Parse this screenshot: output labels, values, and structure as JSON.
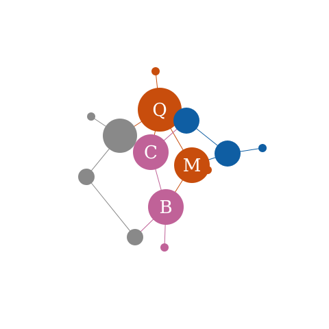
{
  "colors": {
    "orange": "#c84d0c",
    "blue": "#0f5ea3",
    "pink": "#c06298",
    "gray": "#898989"
  },
  "nodes": [
    {
      "id": "q",
      "label": "Q",
      "color": "orange"
    },
    {
      "id": "c",
      "label": "C",
      "color": "pink"
    },
    {
      "id": "m",
      "label": "M",
      "color": "orange"
    },
    {
      "id": "b",
      "label": "B",
      "color": "pink"
    },
    {
      "id": "blue1",
      "label": "",
      "color": "blue"
    },
    {
      "id": "blue2",
      "label": "",
      "color": "blue"
    },
    {
      "id": "blue3",
      "label": "",
      "color": "blue"
    },
    {
      "id": "gray1",
      "label": "",
      "color": "gray"
    },
    {
      "id": "gray2",
      "label": "",
      "color": "gray"
    },
    {
      "id": "gray3",
      "label": "",
      "color": "gray"
    },
    {
      "id": "gray4",
      "label": "",
      "color": "gray"
    },
    {
      "id": "orange_top",
      "label": "",
      "color": "orange"
    },
    {
      "id": "orange_small",
      "label": "",
      "color": "orange"
    },
    {
      "id": "pink_small",
      "label": "",
      "color": "pink"
    }
  ],
  "edges": [
    {
      "source": "q",
      "target": "orange_top",
      "color": "orange"
    },
    {
      "source": "q",
      "target": "c",
      "color": "orange"
    },
    {
      "source": "q",
      "target": "m",
      "color": "orange"
    },
    {
      "source": "q",
      "target": "gray1",
      "color": "orange"
    },
    {
      "source": "q",
      "target": "blue1",
      "color": "blue"
    },
    {
      "source": "c",
      "target": "blue1",
      "color": "pink"
    },
    {
      "source": "c",
      "target": "b",
      "color": "pink"
    },
    {
      "source": "m",
      "target": "b",
      "color": "orange"
    },
    {
      "source": "m",
      "target": "orange_small",
      "color": "orange"
    },
    {
      "source": "blue1",
      "target": "blue2",
      "color": "blue"
    },
    {
      "source": "blue2",
      "target": "blue3",
      "color": "blue"
    },
    {
      "source": "blue2",
      "target": "m",
      "color": "blue"
    },
    {
      "source": "gray1",
      "target": "gray2",
      "color": "gray"
    },
    {
      "source": "gray1",
      "target": "gray3",
      "color": "gray"
    },
    {
      "source": "gray3",
      "target": "gray4",
      "color": "gray"
    },
    {
      "source": "gray4",
      "target": "b",
      "color": "pink"
    },
    {
      "source": "b",
      "target": "pink_small",
      "color": "pink"
    }
  ]
}
